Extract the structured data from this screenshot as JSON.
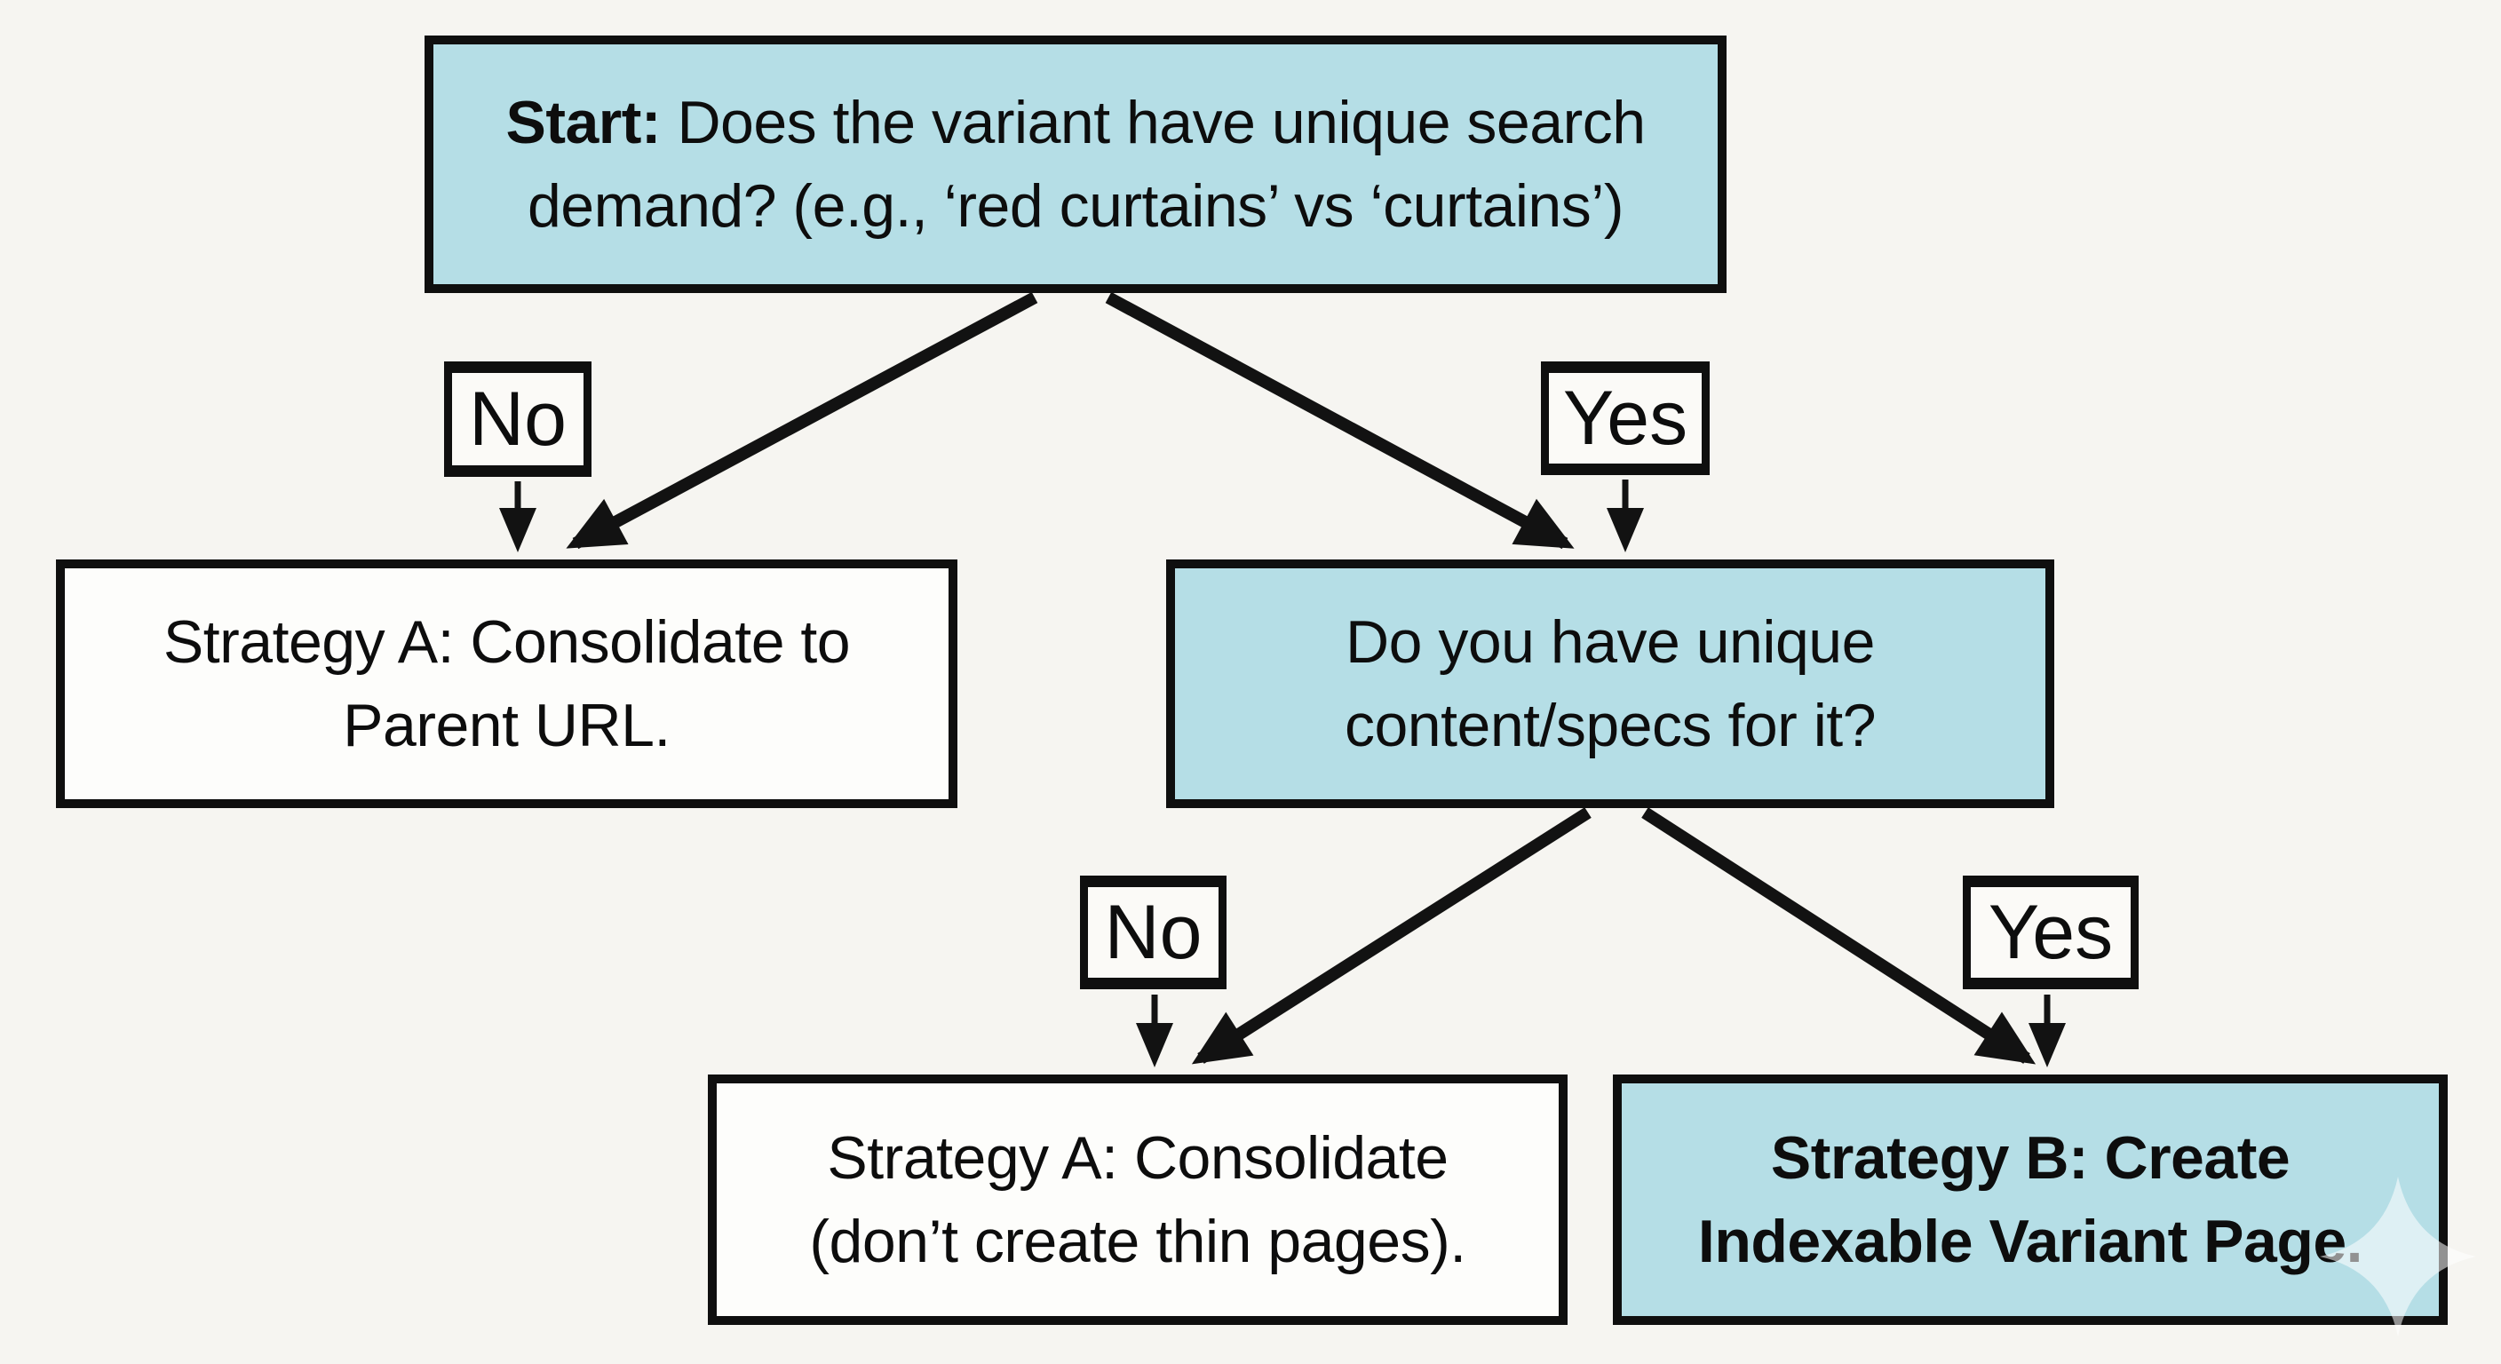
{
  "diagram": {
    "title": "Variant page indexation decision flowchart",
    "colors": {
      "background": "#f6f5f1",
      "node_highlight_fill": "#b5dee6",
      "node_plain_fill": "#fdfdfb",
      "border": "#0f0f0f",
      "arrow": "#121212",
      "sparkle": "#ffffff"
    },
    "nodes": {
      "start": {
        "prefix": "Start:",
        "text": " Does the variant have unique search\ndemand? (e.g., ‘red curtains’ vs ‘curtains’)"
      },
      "strategy_a_parent": {
        "text": "Strategy A: Consolidate to\nParent URL."
      },
      "unique_content": {
        "text": "Do you have unique\ncontent/specs for it?"
      },
      "strategy_a_thin": {
        "text": "Strategy A: Consolidate\n(don’t create thin pages)."
      },
      "strategy_b": {
        "text": "Strategy B: Create\nIndexable Variant Page."
      }
    },
    "edge_labels": {
      "no1": "No",
      "yes1": "Yes",
      "no2": "No",
      "yes2": "Yes"
    },
    "watermark": "sparkle-icon"
  }
}
